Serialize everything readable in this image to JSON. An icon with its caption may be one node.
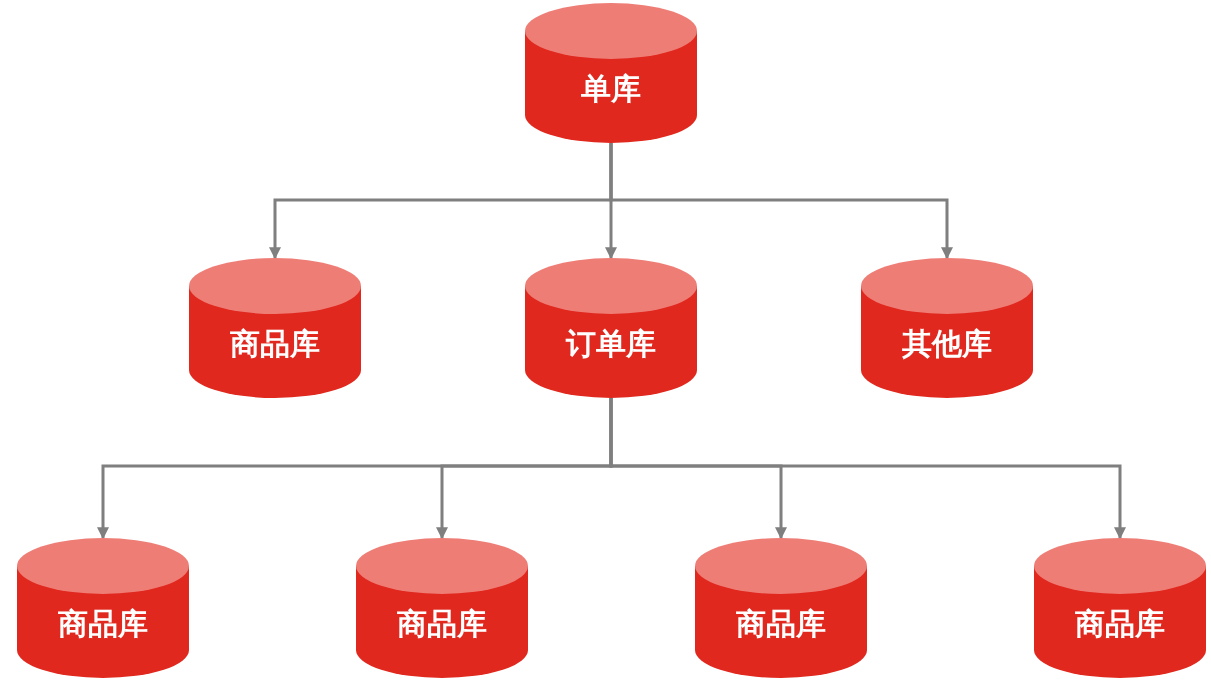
{
  "diagram": {
    "nodes": [
      {
        "text": [
          "单库"
        ]
      },
      {
        "text": [
          "商品库"
        ]
      },
      {
        "text": [
          "订单库"
        ]
      },
      {
        "text": [
          "其他库"
        ]
      },
      {
        "text": [
          "商品库"
        ]
      },
      {
        "text": [
          "商品库"
        ]
      },
      {
        "text": [
          "商品库"
        ]
      },
      {
        "text": [
          "商品库"
        ]
      }
    ],
    "edges": [
      {
        "from": 0,
        "to": 1,
        "arrow": "to"
      },
      {
        "from": 0,
        "to": 2,
        "arrow": "to"
      },
      {
        "from": 0,
        "to": 3,
        "arrow": "to"
      },
      {
        "from": 2,
        "to": 4,
        "arrow": "to"
      },
      {
        "from": 2,
        "to": 5,
        "arrow": "to"
      },
      {
        "from": 2,
        "to": 6,
        "arrow": "to"
      },
      {
        "from": 2,
        "to": 7,
        "arrow": "to"
      }
    ]
  }
}
